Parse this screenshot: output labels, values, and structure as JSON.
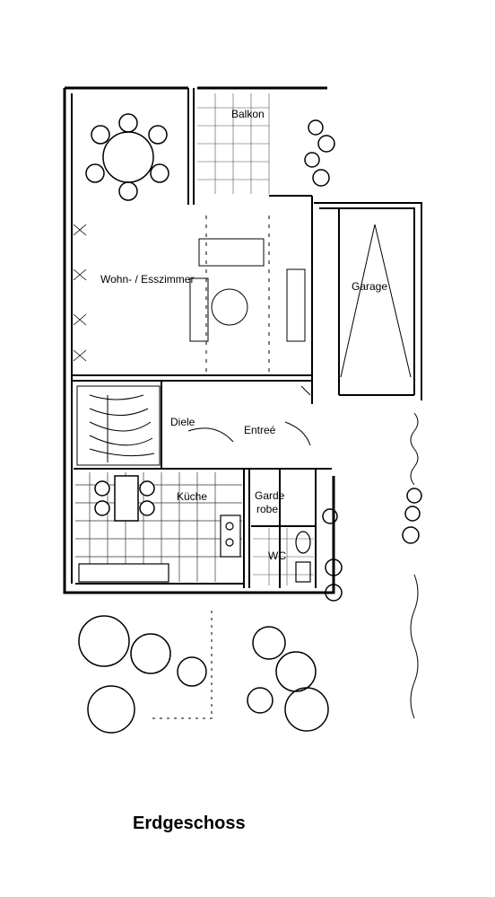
{
  "plan": {
    "caption": "Erdgeschoss",
    "rooms": {
      "balkon": "Balkon",
      "wohnzimmer": "Wohn- / Esszimmer",
      "garage": "Garage",
      "diele": "Diele",
      "entree": "Entreé",
      "kueche": "Küche",
      "garderobe_line1": "Garde",
      "garderobe_line2": "robe",
      "wc": "WC"
    },
    "colors": {
      "line": "#000000",
      "paper": "#ffffff"
    }
  }
}
